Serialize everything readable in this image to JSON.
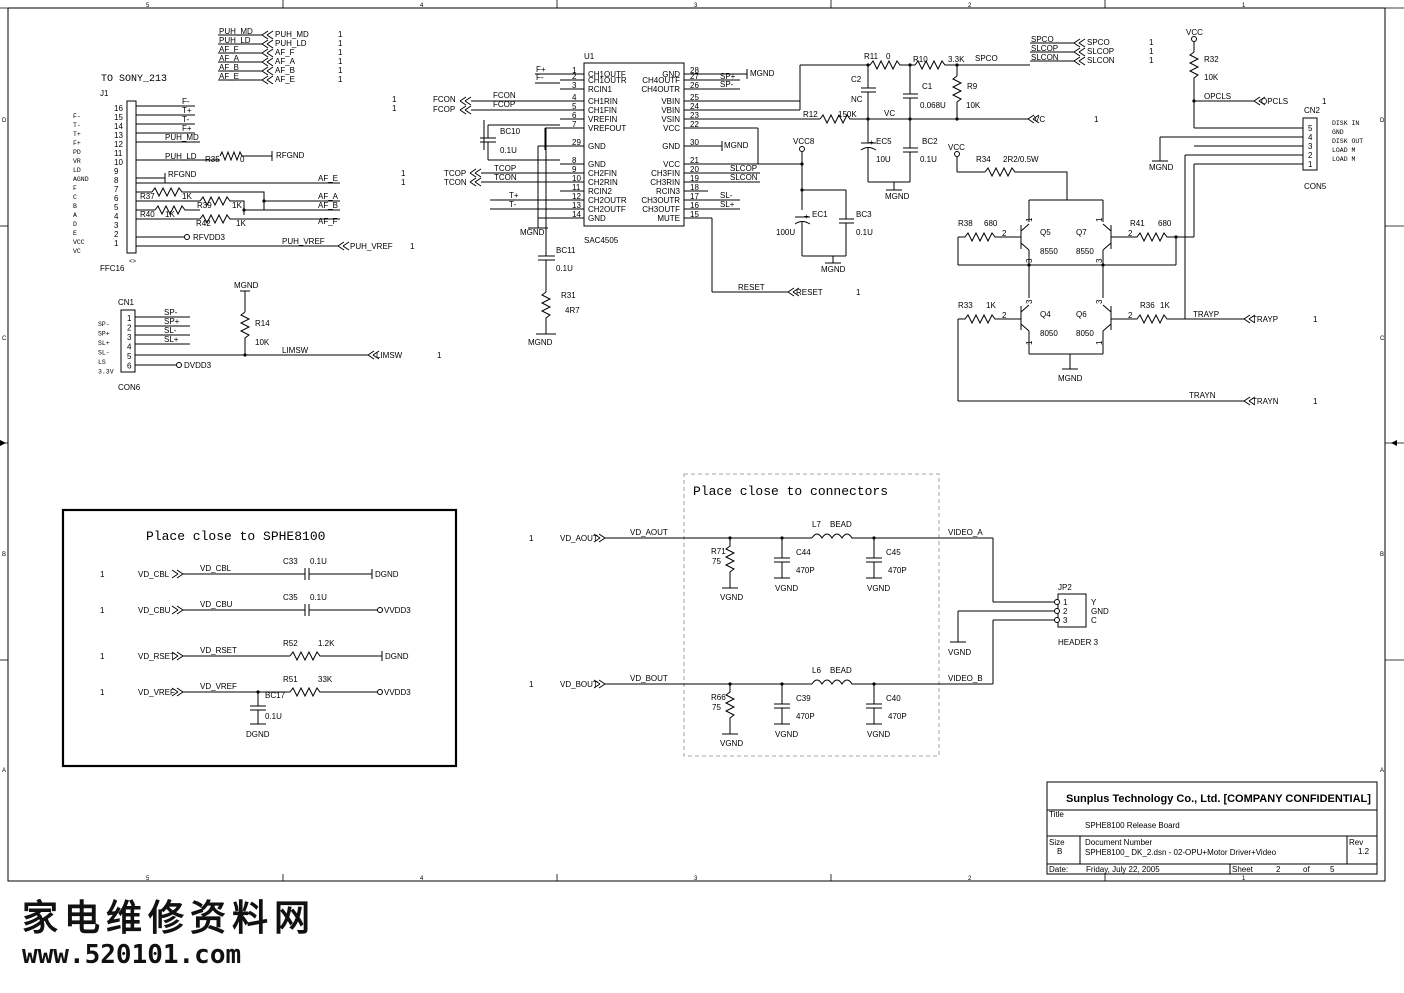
{
  "border": {
    "cols": [
      "5",
      "4",
      "3",
      "2",
      "1"
    ],
    "rows": [
      "D",
      "C",
      "B",
      "A"
    ]
  },
  "j1": {
    "title": "TO SONY_213",
    "ref": "J1",
    "part": "FFC16",
    "mark": "<>",
    "side_labels": [
      "F-",
      "T-",
      "T+",
      "F+",
      "PD",
      "VR",
      "LD",
      "AGND",
      "F",
      "C",
      "B",
      "A",
      "D",
      "E",
      "VCC",
      "VC"
    ],
    "pins": [
      "16",
      "15",
      "14",
      "13",
      "12",
      "11",
      "10",
      "9",
      "8",
      "7",
      "6",
      "5",
      "4",
      "3",
      "2",
      "1"
    ],
    "nets": [
      "F-",
      "T+",
      "T-",
      "F+",
      "PUH_MD",
      "PUH_LD",
      "RFGND",
      "AF_E",
      "AF_A",
      "AF_B",
      "AF_F",
      "RFVDD3",
      "PUH_VREF"
    ],
    "resistors": [
      {
        "ref": "R35",
        "val": "0"
      },
      {
        "ref": "R37",
        "val": "1K"
      },
      {
        "ref": "R39",
        "val": "1K"
      },
      {
        "ref": "R40",
        "val": "1K"
      },
      {
        "ref": "R42",
        "val": "1K"
      }
    ],
    "port_rfgnd": "RFGND",
    "port_puhvref": "PUH_VREF",
    "num": "1"
  },
  "top_ports": {
    "nets": [
      "PUH_MD",
      "PUH_LD",
      "AF_F",
      "AF_A",
      "AF_B",
      "AF_E"
    ],
    "num": "1"
  },
  "cn1": {
    "ref": "CN1",
    "part": "CON6",
    "side_labels": [
      "SP-",
      "SP+",
      "SL+",
      "SL-",
      "LS",
      "3.3V"
    ],
    "pins": [
      "1",
      "2",
      "3",
      "4",
      "5",
      "6"
    ],
    "nets": [
      "SP-",
      "SP+",
      "SL-",
      "SL+"
    ],
    "dvdd": "DVDD3",
    "mgnd": "MGND",
    "r14": {
      "ref": "R14",
      "val": "10K"
    },
    "limsw": "LIMSW",
    "num": "1"
  },
  "u1": {
    "ref": "U1",
    "part": "SAC4505",
    "left_pins": [
      {
        "n": "1",
        "name": "CH1OUTF"
      },
      {
        "n": "2",
        "name": "CH1OUTR"
      },
      {
        "n": "3",
        "name": "RCIN1"
      },
      {
        "n": "4",
        "name": "CH1RIN"
      },
      {
        "n": "5",
        "name": "CH1FIN"
      },
      {
        "n": "6",
        "name": "VREFIN"
      },
      {
        "n": "7",
        "name": "VREFOUT"
      },
      {
        "n": "29",
        "name": "GND"
      },
      {
        "n": "8",
        "name": "GND"
      },
      {
        "n": "9",
        "name": "CH2FIN"
      },
      {
        "n": "10",
        "name": "CH2RIN"
      },
      {
        "n": "11",
        "name": "RCIN2"
      },
      {
        "n": "12",
        "name": "CH2OUTR"
      },
      {
        "n": "13",
        "name": "CH2OUTF"
      },
      {
        "n": "14",
        "name": "GND"
      }
    ],
    "right_pins": [
      {
        "n": "28",
        "name": "GND"
      },
      {
        "n": "27",
        "name": "CH4OUTF"
      },
      {
        "n": "26",
        "name": "CH4OUTR"
      },
      {
        "n": "25",
        "name": "VBIN"
      },
      {
        "n": "24",
        "name": "VBIN"
      },
      {
        "n": "23",
        "name": "VSIN"
      },
      {
        "n": "22",
        "name": "VCC"
      },
      {
        "n": "30",
        "name": "GND"
      },
      {
        "n": "21",
        "name": "VCC"
      },
      {
        "n": "20",
        "name": "CH3FIN"
      },
      {
        "n": "19",
        "name": "CH3RIN"
      },
      {
        "n": "18",
        "name": "RCIN3"
      },
      {
        "n": "17",
        "name": "CH3OUTR"
      },
      {
        "n": "16",
        "name": "CH3OUTF"
      },
      {
        "n": "15",
        "name": "MUTE"
      }
    ],
    "left_nets": [
      "F+",
      "F-",
      "FCON",
      "FCOP",
      "TCOP",
      "TCON",
      "T+",
      "T-"
    ],
    "left_ports": [
      "FCON",
      "FCOP",
      "TCOP",
      "TCON"
    ],
    "right_nets": [
      "SP+",
      "SP-",
      "SLCOP",
      "SLCON",
      "SL-",
      "SL+"
    ],
    "mgnd": "MGND",
    "bc10": {
      "ref": "BC10",
      "val": "0.1U"
    },
    "bc11": {
      "ref": "BC11",
      "val": "0.1U"
    },
    "r31": {
      "ref": "R31",
      "val": "4R7"
    },
    "reset": "RESET",
    "num": "1"
  },
  "power": {
    "r11": {
      "ref": "R11",
      "val": "0"
    },
    "r10": {
      "ref": "R10",
      "val": "3.3K"
    },
    "spco": "SPCO",
    "c2": {
      "ref": "C2",
      "val": "NC"
    },
    "c1": {
      "ref": "C1",
      "val": "0.068U"
    },
    "r9": {
      "ref": "R9",
      "val": "10K"
    },
    "r12": {
      "ref": "R12",
      "val": "150K"
    },
    "vc": "VC",
    "ec5": {
      "ref": "EC5",
      "val": "10U"
    },
    "bc2": {
      "ref": "BC2",
      "val": "0.1U"
    },
    "vcc8": "VCC8",
    "ec1": {
      "ref": "EC1",
      "val": "100U"
    },
    "bc3": {
      "ref": "BC3",
      "val": "0.1U"
    },
    "mgnd": "MGND",
    "num": "1"
  },
  "sp_ports": {
    "nets": [
      "SPCO",
      "SLCOP",
      "SLCON"
    ],
    "num": "1"
  },
  "cn2": {
    "ref": "CN2",
    "part": "CON5",
    "vcc": "VCC",
    "r32": {
      "ref": "R32",
      "val": "10K"
    },
    "opcls": "OPCLS",
    "pins": [
      "5",
      "4",
      "3",
      "2",
      "1"
    ],
    "side_labels": [
      "DISK IN",
      "GND",
      "DISK OUT",
      "LOAD M",
      "LOAD M"
    ],
    "mgnd": "MGND",
    "num": "1"
  },
  "tray": {
    "vcc": "VCC",
    "r34": {
      "ref": "R34",
      "val": "2R2/0.5W"
    },
    "r38": {
      "ref": "R38",
      "val": "680"
    },
    "r41": {
      "ref": "R41",
      "val": "680"
    },
    "r33": {
      "ref": "R33",
      "val": "1K"
    },
    "r36": {
      "ref": "R36",
      "val": "1K"
    },
    "q5": {
      "ref": "Q5",
      "val": "8550"
    },
    "q7": {
      "ref": "Q7",
      "val": "8550"
    },
    "q4": {
      "ref": "Q4",
      "val": "8050"
    },
    "q6": {
      "ref": "Q6",
      "val": "8050"
    },
    "pin_nums": [
      "1",
      "2",
      "3"
    ],
    "mgnd": "MGND",
    "trayp": "TRAYP",
    "trayn": "TRAYN",
    "num": "1"
  },
  "sphe_box": {
    "title": "Place close to SPHE8100",
    "rows": [
      {
        "num": "1",
        "port": "VD_CBL",
        "net": "VD_CBL",
        "ref": "C33",
        "val": "0.1U",
        "end": "DGND"
      },
      {
        "num": "1",
        "port": "VD_CBU",
        "net": "VD_CBU",
        "ref": "C35",
        "val": "0.1U",
        "end": "VVDD3"
      },
      {
        "num": "1",
        "port": "VD_RSET",
        "net": "VD_RSET",
        "ref": "R52",
        "val": "1.2K",
        "end": "DGND"
      },
      {
        "num": "1",
        "port": "VD_VREF",
        "net": "VD_VREF",
        "ref": "R51",
        "val": "33K",
        "end": "VVDD3"
      }
    ],
    "bc17": {
      "ref": "BC17",
      "val": "0.1U"
    },
    "dgnd": "DGND"
  },
  "video": {
    "title": "Place close to connectors",
    "a": {
      "num": "1",
      "port": "VD_AOUT",
      "net": "VD_AOUT",
      "r": {
        "ref": "R71",
        "val": "75"
      },
      "c1": {
        "ref": "C44",
        "val": "470P"
      },
      "l": {
        "ref": "L7",
        "val": "BEAD"
      },
      "c2": {
        "ref": "C45",
        "val": "470P"
      },
      "out": "VIDEO_A"
    },
    "b": {
      "num": "1",
      "port": "VD_BOUT",
      "net": "VD_BOUT",
      "r": {
        "ref": "R66",
        "val": "75"
      },
      "c1": {
        "ref": "C39",
        "val": "470P"
      },
      "l": {
        "ref": "L6",
        "val": "BEAD"
      },
      "c2": {
        "ref": "C40",
        "val": "470P"
      },
      "out": "VIDEO_B"
    },
    "vgnd": "VGND",
    "jp2": {
      "ref": "JP2",
      "part": "HEADER 3",
      "pins": [
        "1",
        "2",
        "3"
      ],
      "labels": [
        "Y",
        "GND",
        "C"
      ]
    }
  },
  "titleblock": {
    "company": "Sunplus Technology Co., Ltd. [COMPANY CONFIDENTIAL]",
    "title_label": "Title",
    "title": "SPHE8100 Release Board",
    "size_label": "Size",
    "size": "B",
    "docnum_label": "Document Number",
    "docnum": "SPHE8100_ DK_2.dsn - 02-OPU+Motor Driver+Video",
    "rev_label": "Rev",
    "rev": "1.2",
    "date_label": "Date:",
    "date": "Friday, July 22, 2005",
    "sheet_label": "Sheet",
    "sheet": "2",
    "of_label": "of",
    "of": "5"
  },
  "watermark": {
    "cn": "家电维修资料网",
    "url": "www.520101.com"
  }
}
